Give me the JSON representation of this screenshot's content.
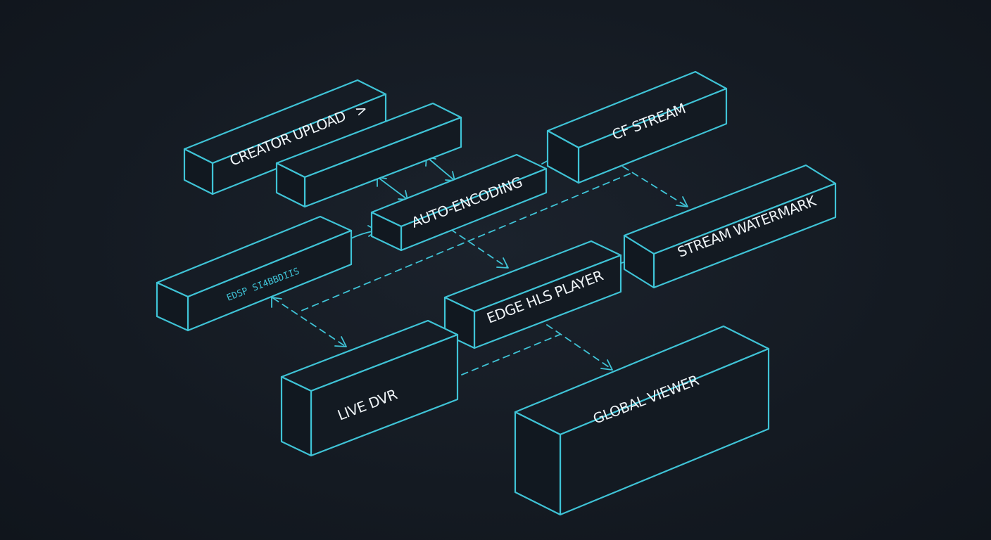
{
  "diagram": {
    "nodes": [
      {
        "id": "creator-upload",
        "label": "CREATOR UPLOAD",
        "suffix": ">"
      },
      {
        "id": "upload-extension",
        "label": ""
      },
      {
        "id": "auto-encoding",
        "label": "AUTO-ENCODING"
      },
      {
        "id": "cf-stream",
        "label": "CF STREAM"
      },
      {
        "id": "stream-watermark",
        "label": "STREAM WATERMARK"
      },
      {
        "id": "edge-subtitles",
        "label": "EDSP SI4BBDIIS"
      },
      {
        "id": "edge-hls-player",
        "label": "EDGE HLS PLAYER"
      },
      {
        "id": "live-dvr",
        "label": "LIVE DVR"
      },
      {
        "id": "global-viewer",
        "label": "GLOBAL VIEWER"
      }
    ],
    "colors": {
      "background": "#151b24",
      "line": "#3fc3d6",
      "text": "#eef3f6"
    }
  }
}
